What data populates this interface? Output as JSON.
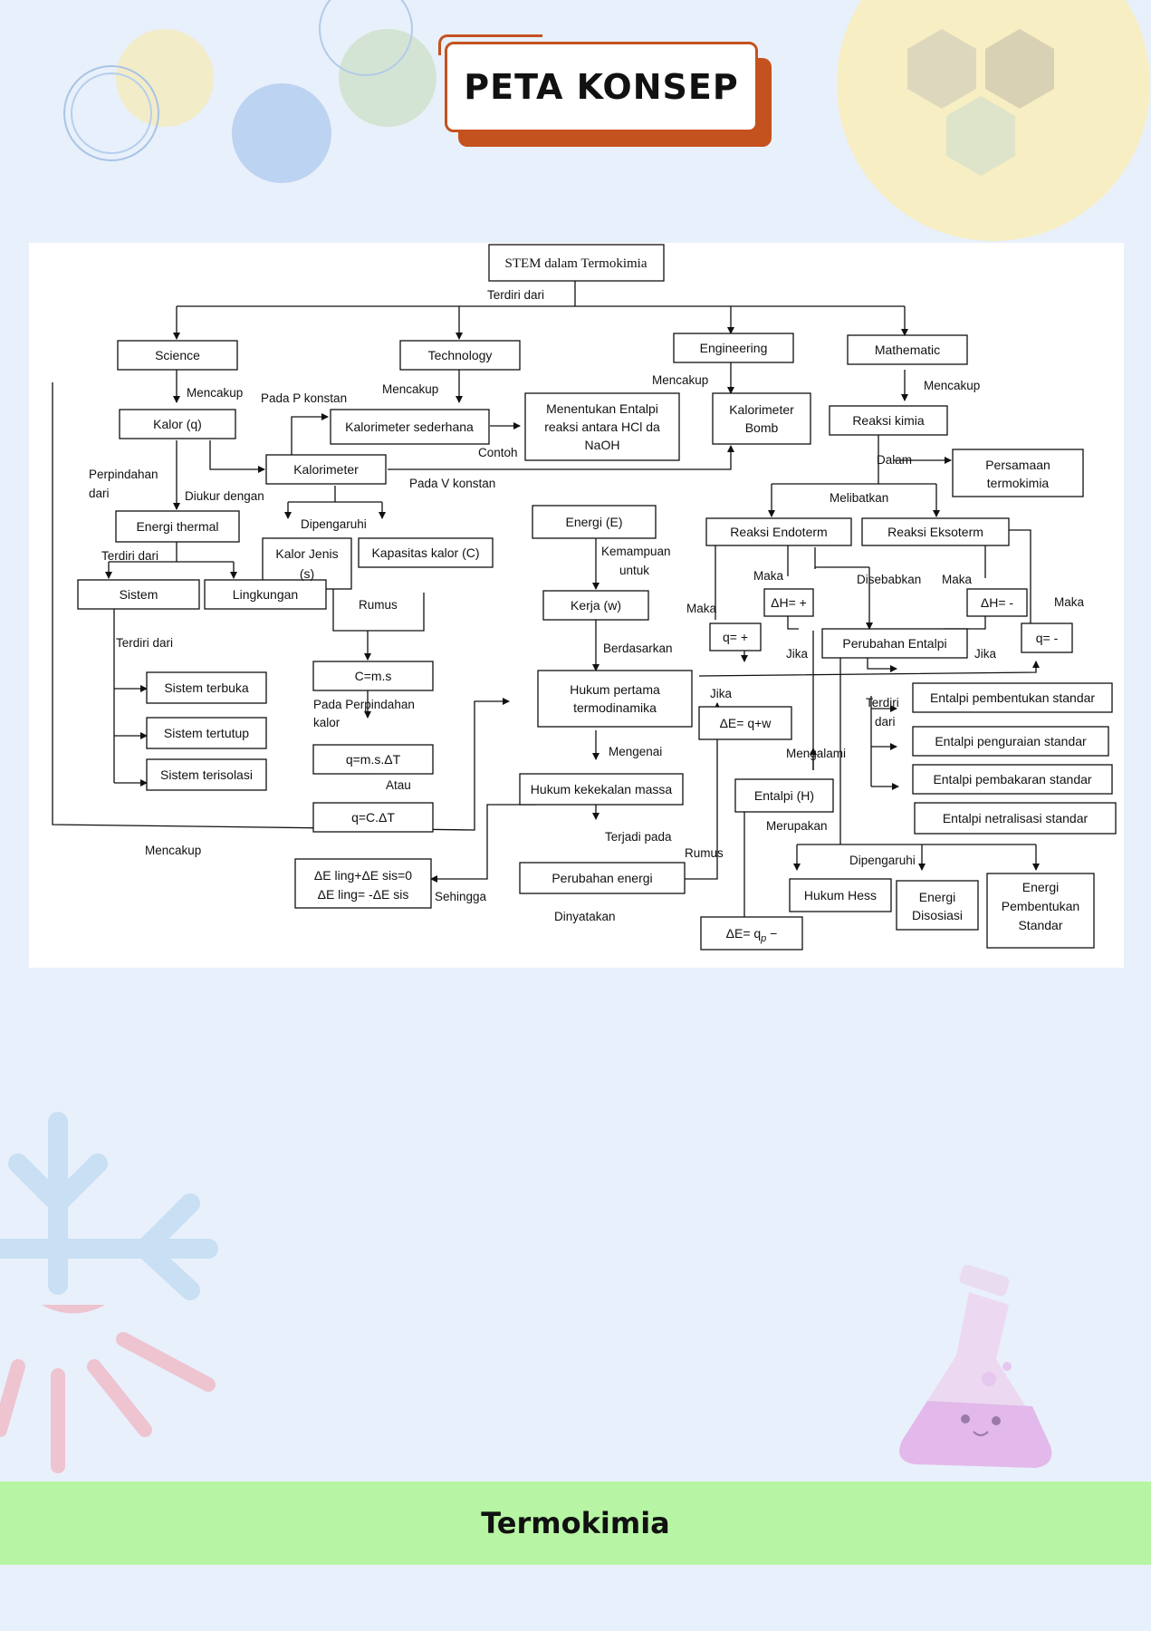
{
  "header": {
    "title": "PETA KONSEP"
  },
  "footer": {
    "title": "Termokimia"
  },
  "concept_map": {
    "nodes": {
      "root": "STEM dalam Termokimia",
      "science": "Science",
      "technology": "Technology",
      "engineering": "Engineering",
      "mathematic": "Mathematic",
      "kalor": "Kalor (q)",
      "kalorimeter_sederhana": "Kalorimeter sederhana",
      "menentukan_entalpi": [
        "Menentukan Entalpi",
        "reaksi antara HCl da",
        "NaOH"
      ],
      "kalorimeter_bomb": [
        "Kalorimeter",
        "Bomb"
      ],
      "reaksi_kimia": "Reaksi kimia",
      "kalorimeter": "Kalorimeter",
      "persamaan_termokimia": [
        "Persamaan",
        "termokimia"
      ],
      "energi_thermal": "Energi thermal",
      "energi_e": "Energi (E)",
      "reaksi_endoterm": "Reaksi Endoterm",
      "reaksi_eksoterm": "Reaksi Eksoterm",
      "kalor_jenis": [
        "Kalor Jenis",
        "(s)"
      ],
      "kapasitas_kalor": "Kapasitas kalor (C)",
      "kerja": "Kerja (w)",
      "dh_plus": "ΔH= +",
      "dh_minus": "ΔH= -",
      "sistem": "Sistem",
      "lingkungan": "Lingkungan",
      "q_plus": "q= +",
      "perubahan_entalpi": "Perubahan Entalpi",
      "q_minus": "q= -",
      "sistem_terbuka": "Sistem terbuka",
      "c_ms": "C=m.s",
      "hukum_pertama": [
        "Hukum pertama",
        "termodinamika"
      ],
      "entalpi_pembentukan": "Entalpi pembentukan standar",
      "sistem_tertutup": "Sistem tertutup",
      "de_qw": "ΔE= q+w",
      "entalpi_penguraian": "Entalpi penguraian standar",
      "q_msdt": "q=m.s.ΔT",
      "sistem_terisolasi": "Sistem terisolasi",
      "entalpi_pembakaran": "Entalpi pembakaran standar",
      "hukum_kekekalan": "Hukum kekekalan massa",
      "entalpi_h": "Entalpi (H)",
      "q_cdt": "q=C.ΔT",
      "entalpi_netralisasi": "Entalpi netralisasi standar",
      "de_ling_sis": [
        "ΔE ling+ΔE sis=0",
        "ΔE ling= -ΔE sis"
      ],
      "perubahan_energi": "Perubahan energi",
      "hukum_hess": "Hukum Hess",
      "energi_disosiasi": [
        "Energi",
        "Disosiasi"
      ],
      "energi_pembentukan": [
        "Energi",
        "Pembentukan",
        "Standar"
      ],
      "de_qp": "ΔE= q",
      "de_qp_sub": "p",
      "de_qp_tail": " −"
    },
    "labels": {
      "terdiri_dari_root": "Terdiri dari",
      "mencakup_sci": "Mencakup",
      "pada_p": "Pada P konstan",
      "mencakup_tech": "Mencakup",
      "mencakup_eng": "Mencakup",
      "mencakup_math": "Mencakup",
      "contoh": "Contoh",
      "dalam": "Dalam",
      "perpindahan": "Perpindahan",
      "dari": "dari",
      "diukur_dengan": "Diukur dengan",
      "pada_v": "Pada V konstan",
      "melibatkan": "Melibatkan",
      "dipengaruhi_1": "Dipengaruhi",
      "kemampuan": "Kemampuan",
      "untuk": "untuk",
      "terdiri_dari_2": "Terdiri dari",
      "maka_1": "Maka",
      "disebabkan": "Disebabkan",
      "maka_2": "Maka",
      "rumus_1": "Rumus",
      "maka_3": "Maka",
      "maka_4": "Maka",
      "jika_1": "Jika",
      "jika_2": "Jika",
      "terdiri_dari_3": "Terdiri dari",
      "berdasarkan": "Berdasarkan",
      "jika_3": "Jika",
      "terdiri_4": "Terdiri",
      "dari_4": "dari",
      "pada_perpindahan": "Pada Perpindahan",
      "kalor_lbl": "kalor",
      "mengenai": "Mengenai",
      "mengalami": "Mengalami",
      "atau": "Atau",
      "merupakan": "Merupakan",
      "mencakup_bottom": "Mencakup",
      "terjadi_pada": "Terjadi pada",
      "rumus_2": "Rumus",
      "dipengaruhi_2": "Dipengaruhi",
      "sehingga": "Sehingga",
      "dinyatakan": "Dinyatakan"
    }
  }
}
